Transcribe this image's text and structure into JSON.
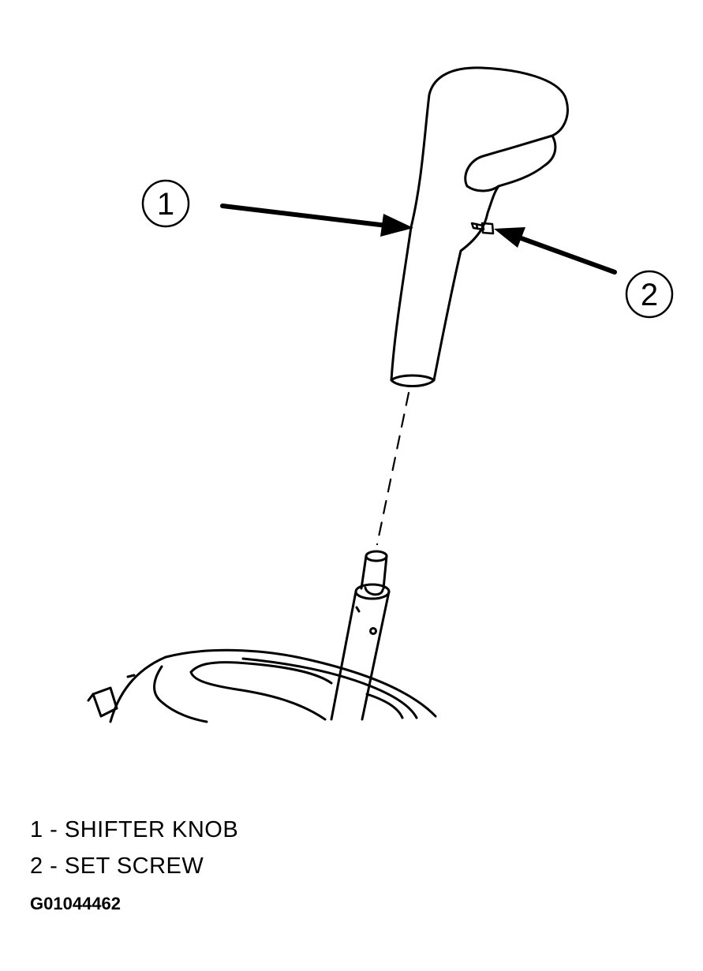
{
  "callouts": [
    {
      "number": "1"
    },
    {
      "number": "2"
    }
  ],
  "legend": [
    {
      "text": "1 - SHIFTER KNOB"
    },
    {
      "text": "2 - SET SCREW"
    }
  ],
  "figure_id": "G01044462",
  "colors": {
    "ink": "#000000",
    "background": "#ffffff"
  }
}
